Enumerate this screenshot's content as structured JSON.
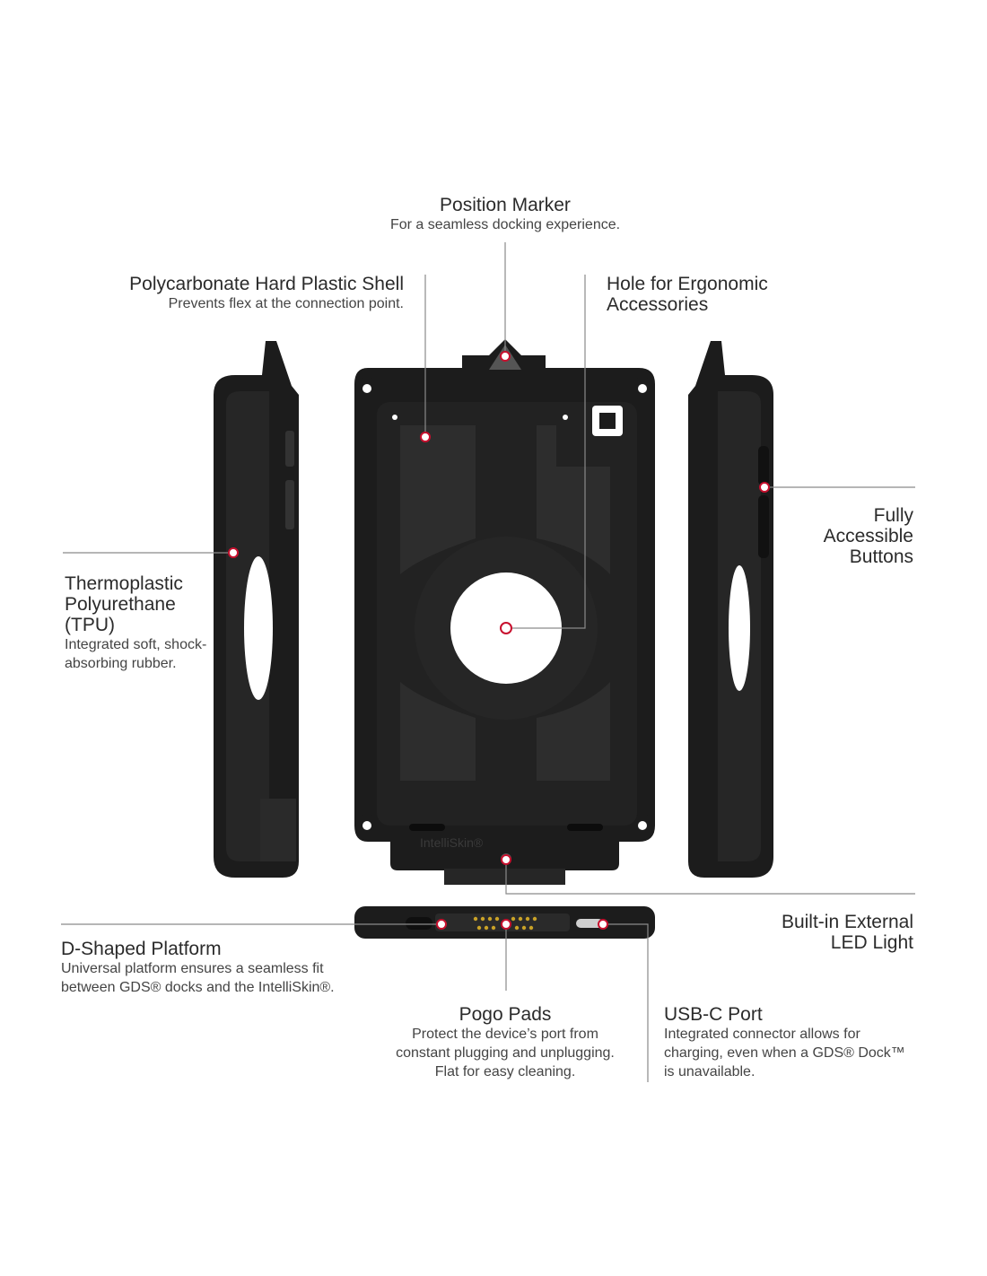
{
  "callouts": {
    "position_marker": {
      "title": "Position Marker",
      "desc": "For a seamless docking experience."
    },
    "polycarbonate": {
      "title": "Polycarbonate Hard Plastic Shell",
      "desc": "Prevents flex at the connection point."
    },
    "ergonomic_hole": {
      "title": "Hole for Ergonomic\nAccessories"
    },
    "buttons": {
      "title": "Fully\nAccessible\nButtons"
    },
    "tpu": {
      "title": "Thermoplastic\nPolyurethane\n(TPU)",
      "desc": "Integrated soft, shock-\nabsorbing rubber."
    },
    "led": {
      "title": "Built-in External\nLED Light"
    },
    "d_platform": {
      "title": "D-Shaped Platform",
      "desc": "Universal platform ensures a seamless fit\nbetween GDS® docks and the IntelliSkin®."
    },
    "pogo": {
      "title": "Pogo Pads",
      "desc": "Protect the device’s port from\nconstant plugging and unplugging.\nFlat for easy cleaning."
    },
    "usbc": {
      "title": "USB-C Port",
      "desc": "Integrated connector allows for\ncharging, even when a GDS® Dock™\nis unavailable."
    }
  },
  "product": {
    "brand_mark": "IntelliSkin®"
  },
  "colors": {
    "case": "#1c1c1c",
    "case_edge": "#2e2e2e",
    "leader": "#8a8a8a",
    "marker": "#c8102e"
  }
}
